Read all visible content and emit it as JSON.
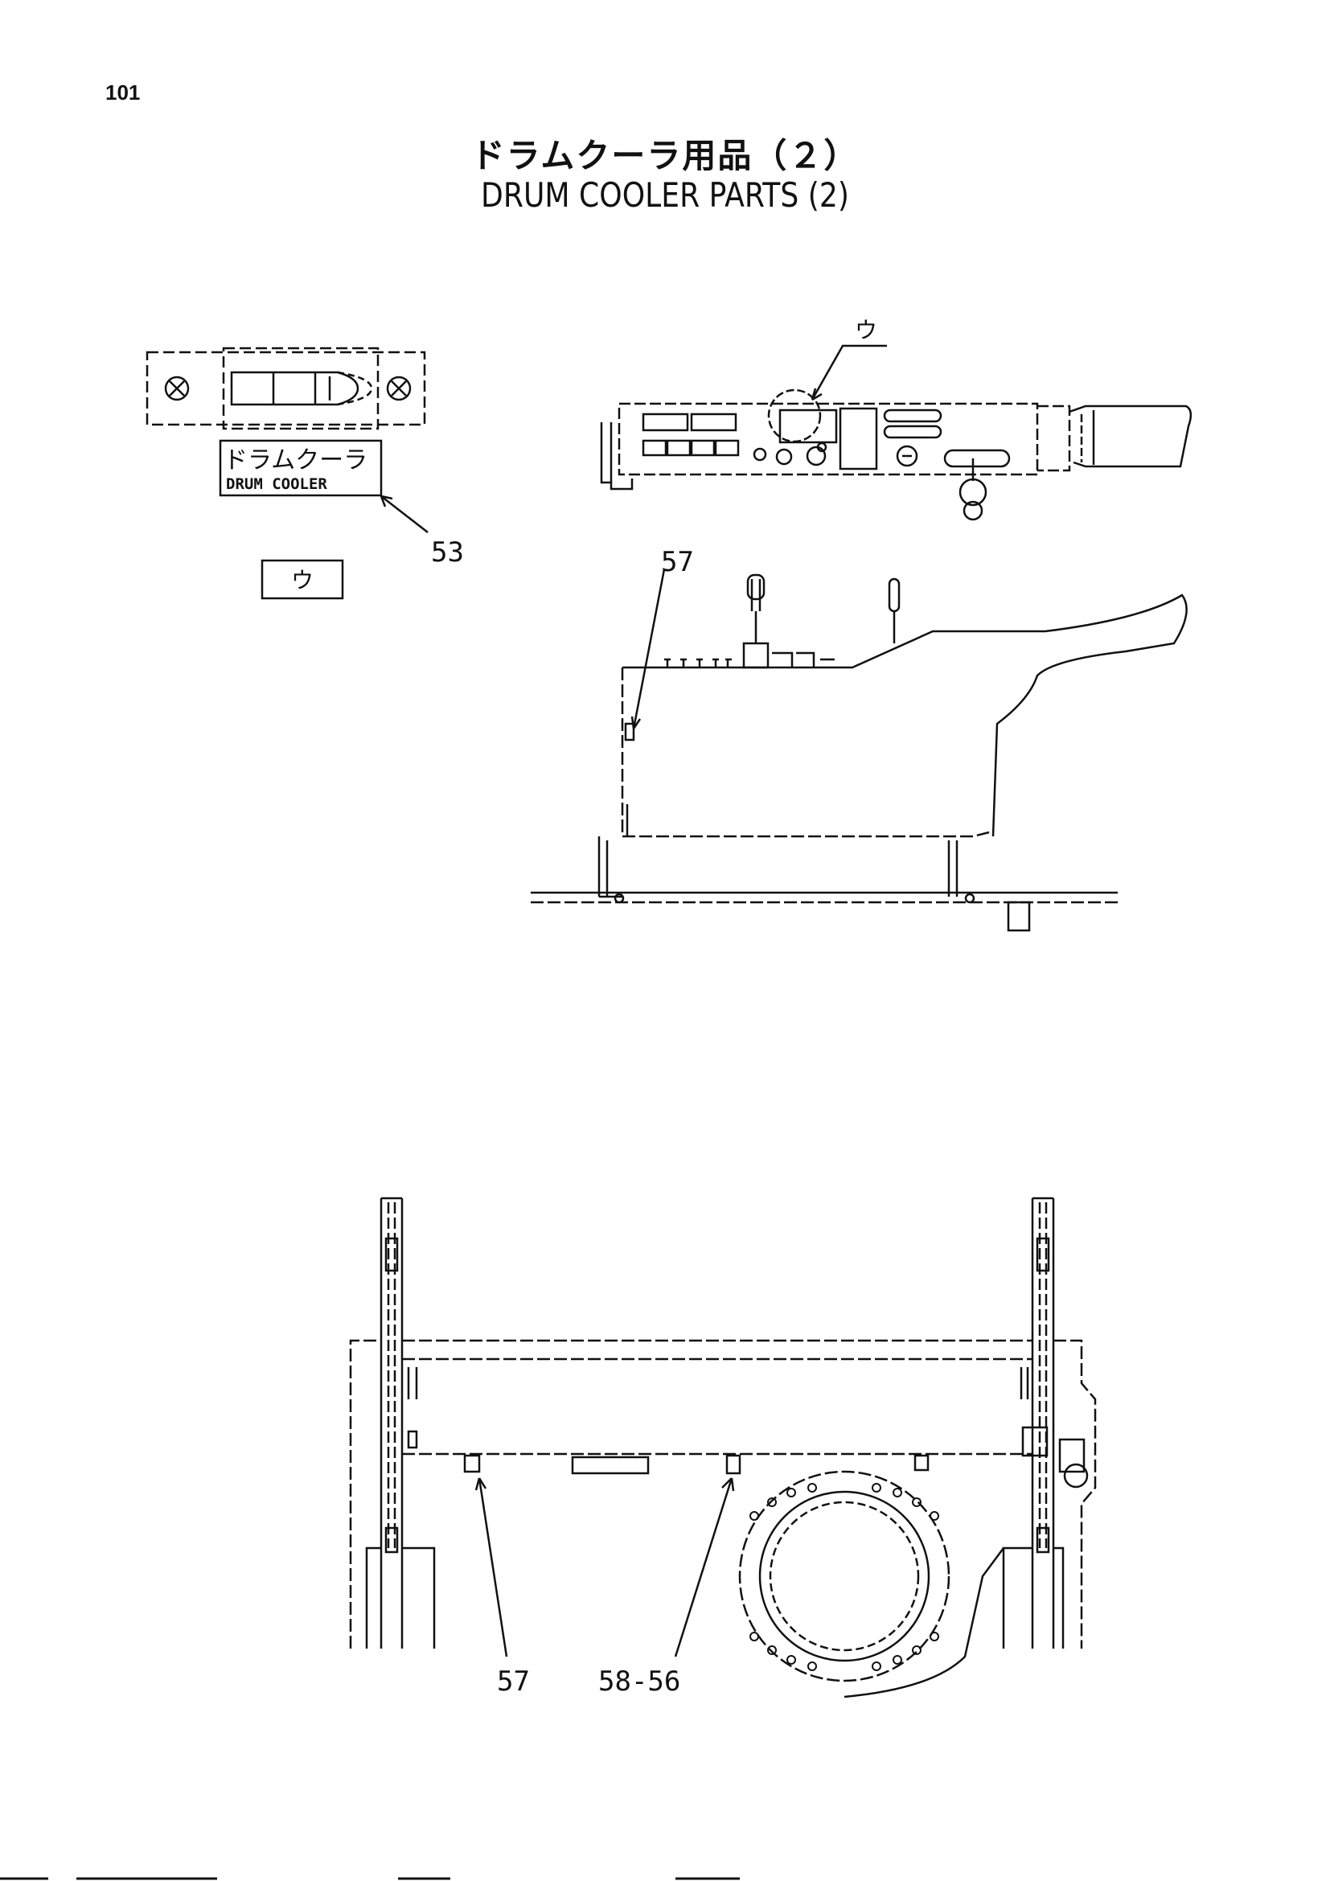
{
  "page_number": "101",
  "title_jp": "ドラムクーラ用品（２）",
  "title_en": "DRUM COOLER PARTS (2)",
  "label": {
    "jp": "ドラムクーラ",
    "en": "DRUM COOLER"
  },
  "view_ref": "ウ",
  "callouts": {
    "label_part": "53",
    "side_view_part": "57",
    "top_view_left_part": "57",
    "top_view_right_part": "58-56"
  },
  "colors": {
    "line": "#111111",
    "background": "#ffffff"
  }
}
